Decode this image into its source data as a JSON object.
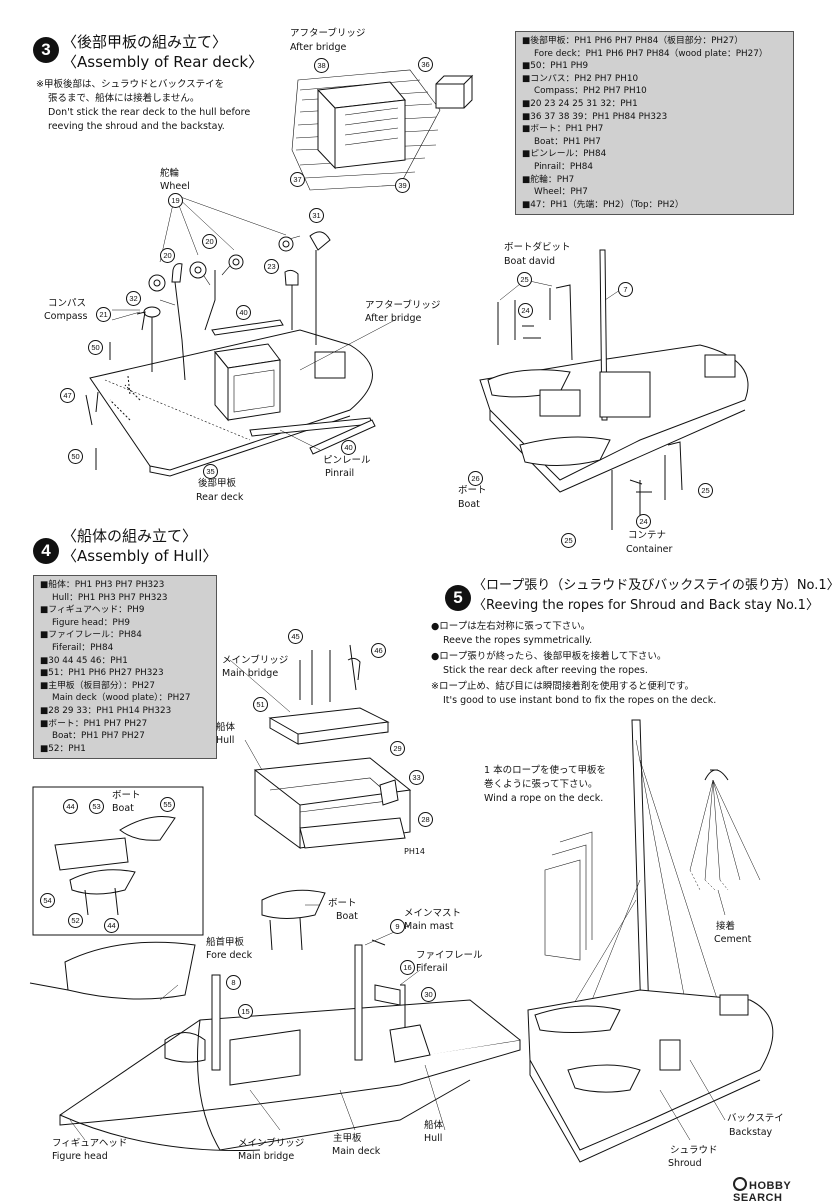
{
  "step3": {
    "num": "3",
    "title_ja": "〈後部甲板の組み立て〉",
    "title_en": "〈Assembly of Rear deck〉",
    "notes": [
      "※甲板後部は、シュラウドとバックステイを",
      "張るまで、船体には接着しません。",
      "Don't stick the rear deck to the hull before",
      "reeving the shroud and the backstay."
    ],
    "labels": {
      "after_bridge_top_ja": "アフターブリッジ",
      "after_bridge_top_en": "After bridge",
      "wheel_ja": "舵輪",
      "wheel_en": "Wheel",
      "compass_ja": "コンパス",
      "compass_en": "Compass",
      "after_bridge_ja": "アフターブリッジ",
      "after_bridge_en": "After bridge",
      "pinrail_ja": "ピンレール",
      "pinrail_en": "Pinrail",
      "rear_deck_ja": "後部甲板",
      "rear_deck_en": "Rear deck",
      "boat_david_ja": "ボートダビット",
      "boat_david_en": "Boat david",
      "boat_ja": "ボート",
      "boat_en": "Boat",
      "container_ja": "コンテナ",
      "container_en": "Container"
    },
    "parts_list": [
      "■後部甲板：PH1 PH6 PH7 PH84（板目部分：PH27）",
      "Fore deck：PH1 PH6 PH7 PH84（wood plate：PH27）",
      "■50：PH1 PH9",
      "■コンパス：PH2 PH7 PH10",
      "Compass：PH2 PH7 PH10",
      "■20 23 24 25 31 32：PH1",
      "■36 37 38 39：PH1 PH84 PH323",
      "■ボート：PH1 PH7",
      "Boat：PH1 PH7",
      "■ピンレール：PH84",
      "Pinrail：PH84",
      "■舵輪：PH7",
      "Wheel：PH7",
      "■47：PH1（先端：PH2）（Top：PH2）"
    ]
  },
  "step4": {
    "num": "4",
    "title_ja": "〈船体の組み立て〉",
    "title_en": "〈Assembly of Hull〉",
    "parts_list": [
      "■船体：PH1 PH3 PH7 PH323",
      "Hull：PH1 PH3 PH7 PH323",
      "■フィギュアヘッド：PH9",
      "Figure head：PH9",
      "■ファイフレール：PH84",
      "Fiferail：PH84",
      "■30 44 45 46：PH1",
      "■51：PH1 PH6 PH27 PH323",
      "■主甲板（板目部分）：PH27",
      "Main deck（wood plate）：PH27",
      "■28 29 33：PH1 PH14 PH323",
      "■ボート：PH1 PH7 PH27",
      "Boat：PH1 PH7 PH27",
      "■52：PH1"
    ],
    "labels": {
      "main_bridge_top_ja": "メインブリッジ",
      "main_bridge_top_en": "Main bridge",
      "hull_ja": "船体",
      "hull_en": "Hull",
      "ph14": "PH14",
      "boat_inset_ja": "ボート",
      "boat_inset_en": "Boat",
      "boat_ja": "ボート",
      "boat_en": "Boat",
      "fore_deck_ja": "船首甲板",
      "fore_deck_en": "Fore deck",
      "main_mast_ja": "メインマスト",
      "main_mast_en": "Main mast",
      "fiferail_ja": "ファイフレール",
      "fiferail_en": "Fiferail",
      "figure_head_ja": "フィギュアヘッド",
      "figure_head_en": "Figure head",
      "main_bridge_ja": "メインブリッジ",
      "main_bridge_en": "Main bridge",
      "main_deck_ja": "主甲板",
      "main_deck_en": "Main deck",
      "hull2_ja": "船体",
      "hull2_en": "Hull"
    }
  },
  "step5": {
    "num": "5",
    "title_ja": "〈ロープ張り（シュラウド及びバックステイの張り方）No.1〉",
    "title_en": "〈Reeving the ropes for Shroud and Back stay No.1〉",
    "notes": [
      "●ロープは左右対称に張って下さい。",
      "Reeve the ropes symmetrically.",
      "●ロープ張りが終ったら、後部甲板を接着して下さい。",
      "Stick the rear deck after reeving the ropes.",
      "※ロープ止め、結び目には瞬間接着剤を使用すると便利です。",
      "It's good to use instant bond to fix the ropes on the deck."
    ],
    "wind_note": [
      "1 本のロープを使って甲板を",
      "巻くように張って下さい。",
      "Wind a rope on the deck."
    ],
    "labels": {
      "cement_ja": "接着",
      "cement_en": "Cement",
      "backstay_ja": "バックステイ",
      "backstay_en": "Backstay",
      "shroud_ja": "シュラウド",
      "shroud_en": "Shroud"
    }
  },
  "watermark": "HOBBY SEARCH",
  "callouts": [
    "38",
    "36",
    "37",
    "39",
    "19",
    "31",
    "20",
    "20",
    "23",
    "32",
    "21",
    "40",
    "50",
    "47",
    "50",
    "35",
    "40",
    "25",
    "7",
    "24",
    "26",
    "24",
    "25",
    "25",
    "45",
    "46",
    "51",
    "29",
    "33",
    "28",
    "44",
    "53",
    "55",
    "54",
    "52",
    "44",
    "9",
    "16",
    "8",
    "15",
    "30"
  ]
}
